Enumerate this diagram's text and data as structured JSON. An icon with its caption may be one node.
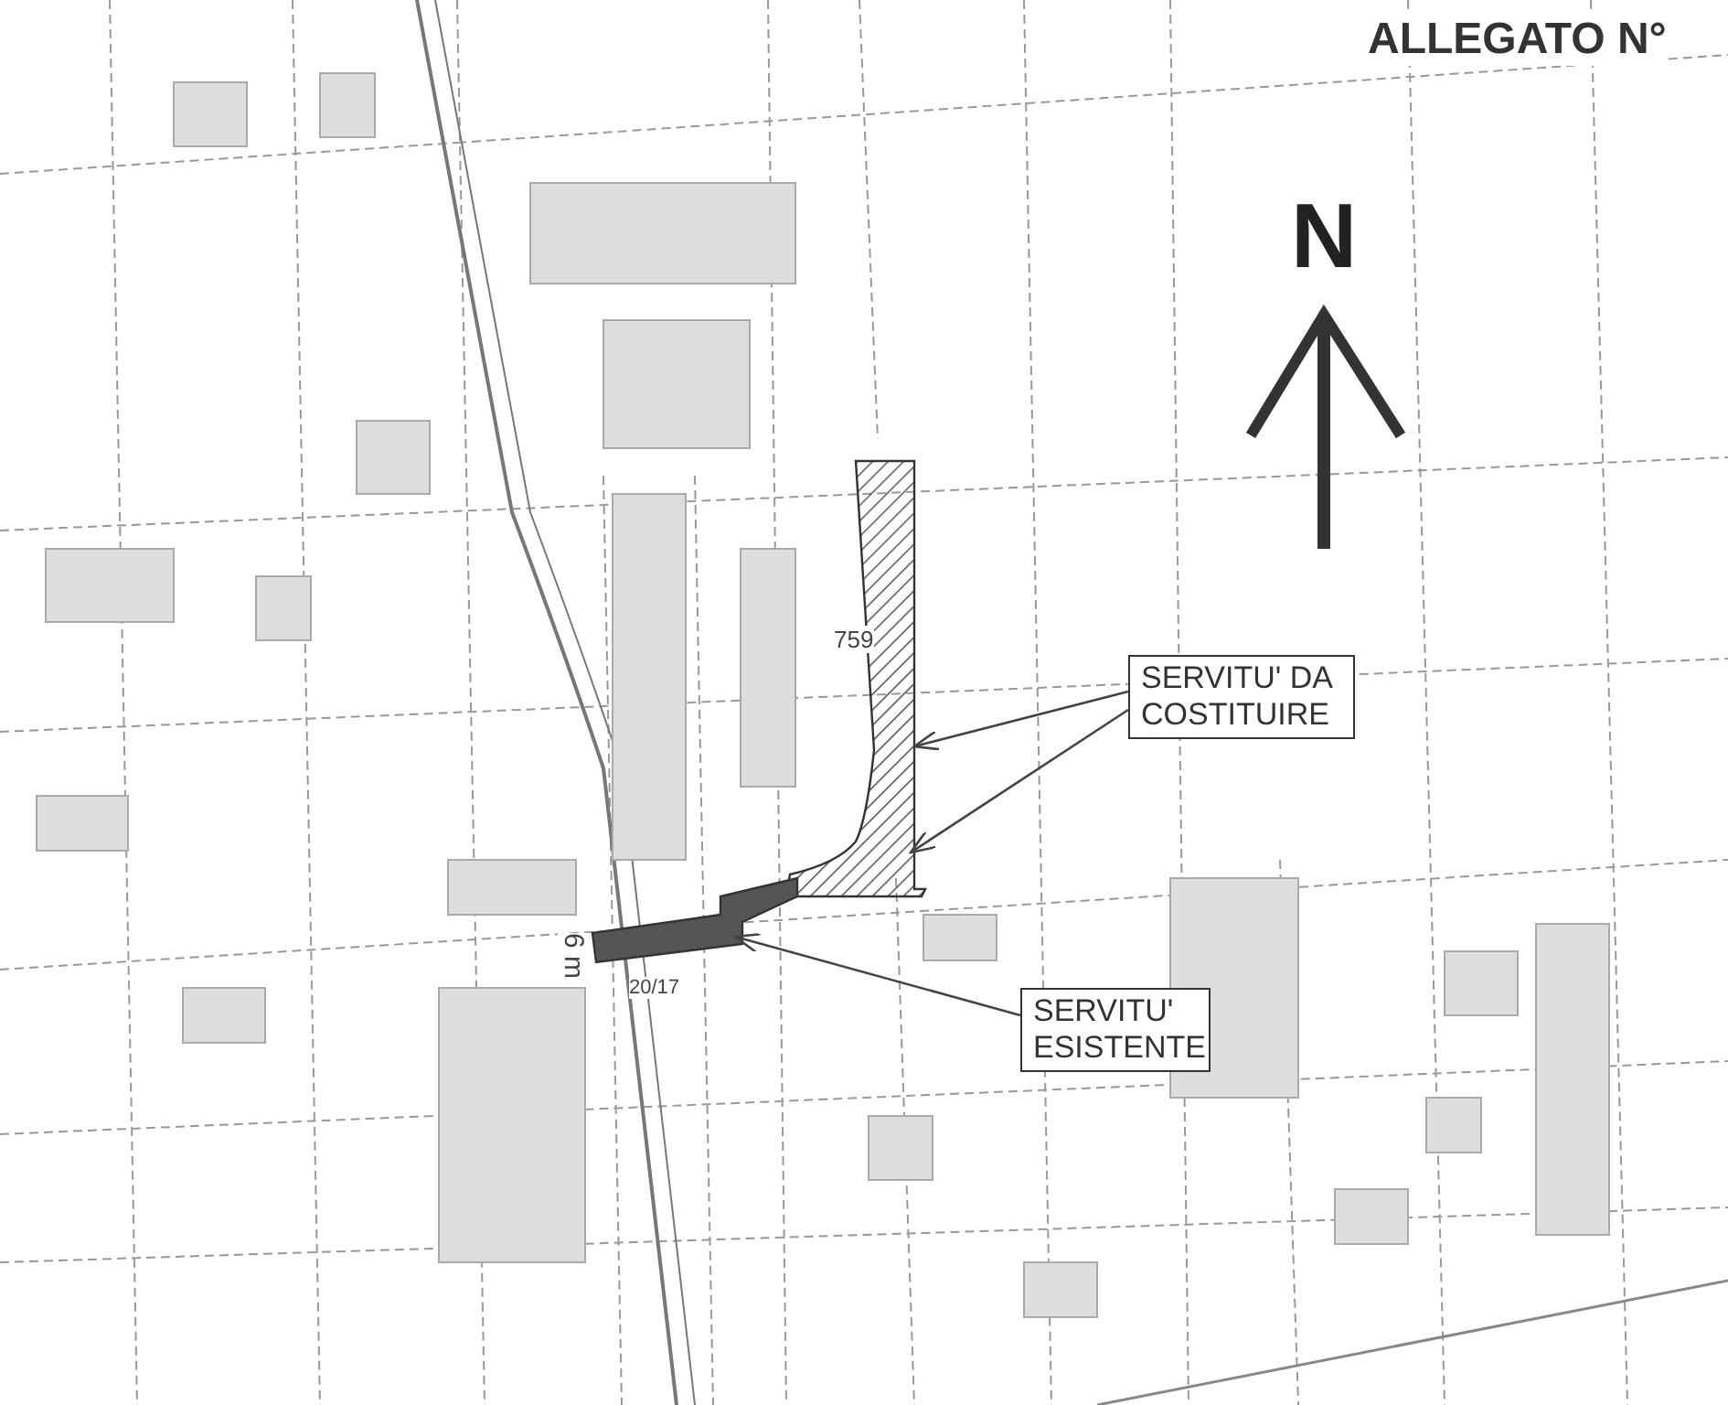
{
  "diagram": {
    "title": "ALLEGATO N°",
    "nodes": [
      {
        "text": [
          "SERVITU' DA COSTITUIRE"
        ]
      },
      {
        "text": [],
        "shape": "box"
      },
      {
        "text": [
          "SERVITU' ESISTENTE"
        ]
      },
      {
        "text": [],
        "shape": "bar"
      }
    ],
    "edges": [
      {
        "from": 0,
        "to": 1,
        "arrow": "to"
      },
      {
        "from": 0,
        "to": 1,
        "arrow": "to"
      },
      {
        "from": 2,
        "to": 3,
        "arrow": "to"
      }
    ],
    "labels": [
      "N",
      "759",
      "6 m",
      "20/17"
    ]
  }
}
